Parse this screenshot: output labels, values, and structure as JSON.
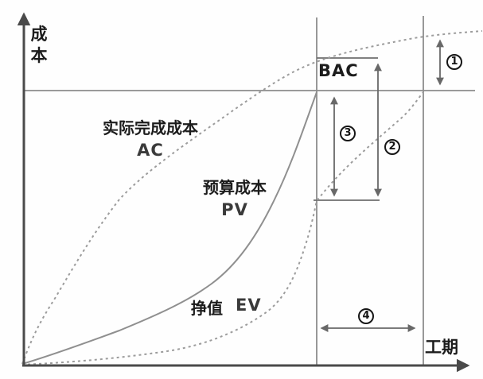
{
  "figure": {
    "y_axis_label": "成本",
    "x_axis_label": "工期",
    "bac_label": "BAC"
  },
  "curves": {
    "ac": {
      "name": "实际完成成本",
      "code": "AC",
      "line_style": "dashed"
    },
    "pv": {
      "name": "预算成本",
      "code": "PV",
      "line_style": "solid"
    },
    "ev": {
      "name": "挣值",
      "code": "EV",
      "line_style": "dashed"
    }
  },
  "annotations": [
    {
      "digit": "1",
      "symbol": "①"
    },
    {
      "digit": "2",
      "symbol": "②"
    },
    {
      "digit": "3",
      "symbol": "③"
    },
    {
      "digit": "4",
      "symbol": "④"
    }
  ],
  "colors": {
    "background": "#fefefe",
    "axis": "#4a4a4a",
    "reference_line": "#8c8c8c",
    "curve": "#9c9c9c",
    "arrow": "#686868",
    "text": "#1c1c1c"
  },
  "chart_data": {
    "type": "line",
    "title": "",
    "xlabel": "工期",
    "ylabel": "成本",
    "grid": false,
    "legend_position": "inline-labels",
    "units_note": "schematic chart, values normalized: cost BAC = 1.0, planned duration = 1.0",
    "reference_lines": {
      "horizontal": [
        {
          "label": "BAC",
          "y": 1.0
        }
      ],
      "vertical": [
        {
          "x": 1.0
        },
        {
          "x": 1.36
        }
      ]
    },
    "series": [
      {
        "name": "实际完成成本 AC",
        "style": "dashed",
        "points": [
          [
            0,
            0
          ],
          [
            0.11,
            0.24
          ],
          [
            0.19,
            0.4
          ],
          [
            0.33,
            0.6
          ],
          [
            0.49,
            0.76
          ],
          [
            0.68,
            0.9
          ],
          [
            0.87,
            1.06
          ],
          [
            1.0,
            1.11
          ],
          [
            1.17,
            1.16
          ],
          [
            1.36,
            1.2
          ],
          [
            1.56,
            1.22
          ]
        ]
      },
      {
        "name": "预算成本 PV",
        "style": "solid",
        "points": [
          [
            0,
            0
          ],
          [
            0.33,
            0.13
          ],
          [
            0.47,
            0.19
          ],
          [
            0.64,
            0.29
          ],
          [
            0.76,
            0.46
          ],
          [
            0.86,
            0.6
          ],
          [
            0.92,
            0.79
          ],
          [
            1.0,
            1.0
          ]
        ]
      },
      {
        "name": "挣值 EV",
        "style": "dashed",
        "points": [
          [
            0,
            0
          ],
          [
            0.49,
            0.05
          ],
          [
            0.68,
            0.1
          ],
          [
            0.83,
            0.19
          ],
          [
            0.92,
            0.37
          ],
          [
            1.0,
            0.6
          ],
          [
            1.18,
            0.81
          ],
          [
            1.28,
            0.9
          ],
          [
            1.36,
            1.0
          ]
        ]
      }
    ],
    "annotations": [
      {
        "symbol": "①",
        "arrow": "vertical double-headed",
        "spans": "gap between AC forecast end and BAC line, right of second vertical line"
      },
      {
        "symbol": "②",
        "arrow": "vertical double-headed",
        "spans": "from AC level at first vertical line (top bracket) down to EV level"
      },
      {
        "symbol": "③",
        "arrow": "vertical double-headed",
        "spans": "from BAC line down to EV level at first vertical line"
      },
      {
        "symbol": "④",
        "arrow": "horizontal double-headed",
        "spans": "between the two vertical reference lines, above x-axis"
      }
    ]
  }
}
